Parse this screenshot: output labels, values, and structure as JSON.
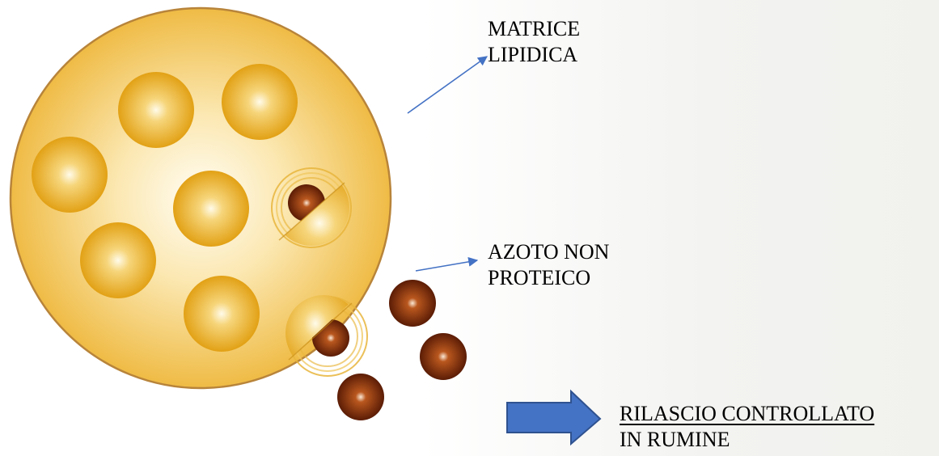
{
  "colors": {
    "matrix_fill": "#f2c14e",
    "matrix_border": "#b8843a",
    "granule": "#e7a91c",
    "nitrogen": "#6a2208",
    "arrow_line": "#4472c4",
    "block_arrow": "#4472c4"
  },
  "labels": {
    "matrice": {
      "line_1": "MATRICE",
      "line_2": "LIPIDICA"
    },
    "azoto": {
      "line_1": "AZOTO NON",
      "line_2": "PROTEICO"
    },
    "rilascio": {
      "line_1": "RILASCIO CONTROLLATO",
      "line_2": "IN RUMINE"
    }
  }
}
